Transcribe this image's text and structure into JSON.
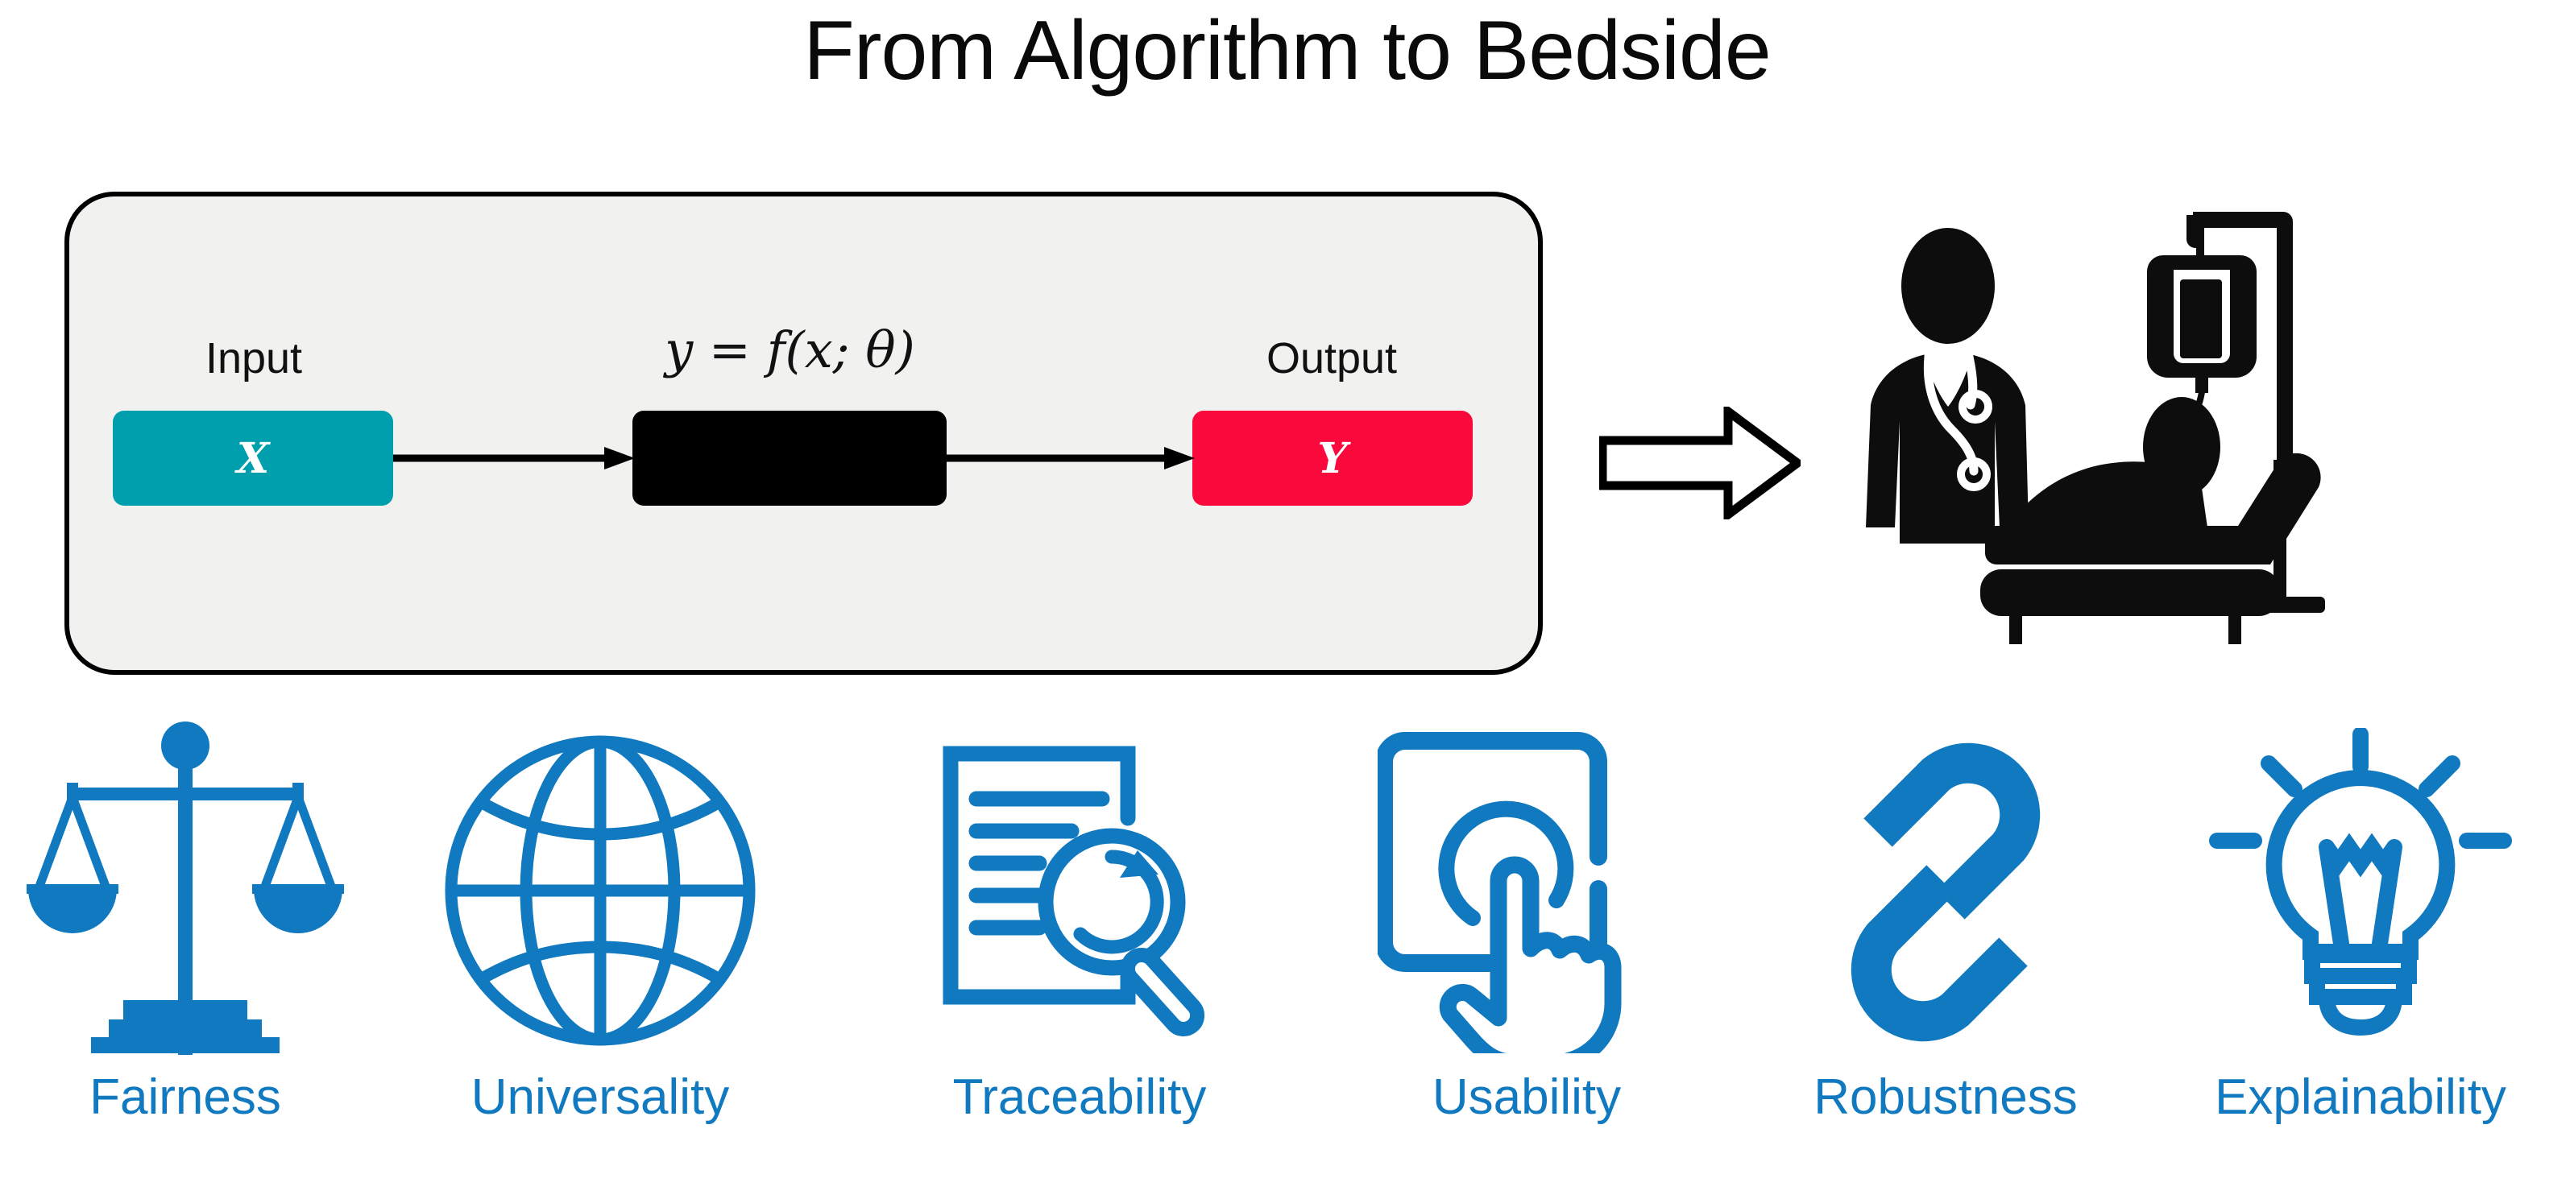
{
  "title": "From Algorithm to Bedside",
  "colors": {
    "accent_blue": "#1179bf",
    "input_teal": "#009fae",
    "model_black": "#000000",
    "output_red": "#f9093c",
    "panel_fill": "#f1f1ef",
    "panel_border": "#000000",
    "title_text": "#0a0a0a"
  },
  "pipeline": {
    "input": {
      "label": "Input",
      "box_value": "X",
      "icon": "input-box"
    },
    "model": {
      "label": "y = f(x; θ)",
      "box_value": "",
      "icon": "black-box-model"
    },
    "output": {
      "label": "Output",
      "box_value": "Y",
      "icon": "output-box"
    },
    "arrows": [
      {
        "name": "arrow-input-to-model",
        "icon": "arrow-right-icon"
      },
      {
        "name": "arrow-model-to-output",
        "icon": "arrow-right-icon"
      }
    ],
    "transition": {
      "icon": "hollow-arrow-right-icon"
    }
  },
  "illustration": {
    "name": "clinician-at-bedside",
    "elements": [
      "doctor-with-stethoscope",
      "patient-in-hospital-bed",
      "iv-drip-stand"
    ]
  },
  "principles": [
    {
      "label": "Fairness",
      "icon": "balance-scale-icon"
    },
    {
      "label": "Universality",
      "icon": "globe-icon"
    },
    {
      "label": "Traceability",
      "icon": "document-magnifier-icon"
    },
    {
      "label": "Usability",
      "icon": "touchscreen-hand-icon"
    },
    {
      "label": "Robustness",
      "icon": "chain-link-icon"
    },
    {
      "label": "Explainability",
      "icon": "lightbulb-icon"
    }
  ]
}
